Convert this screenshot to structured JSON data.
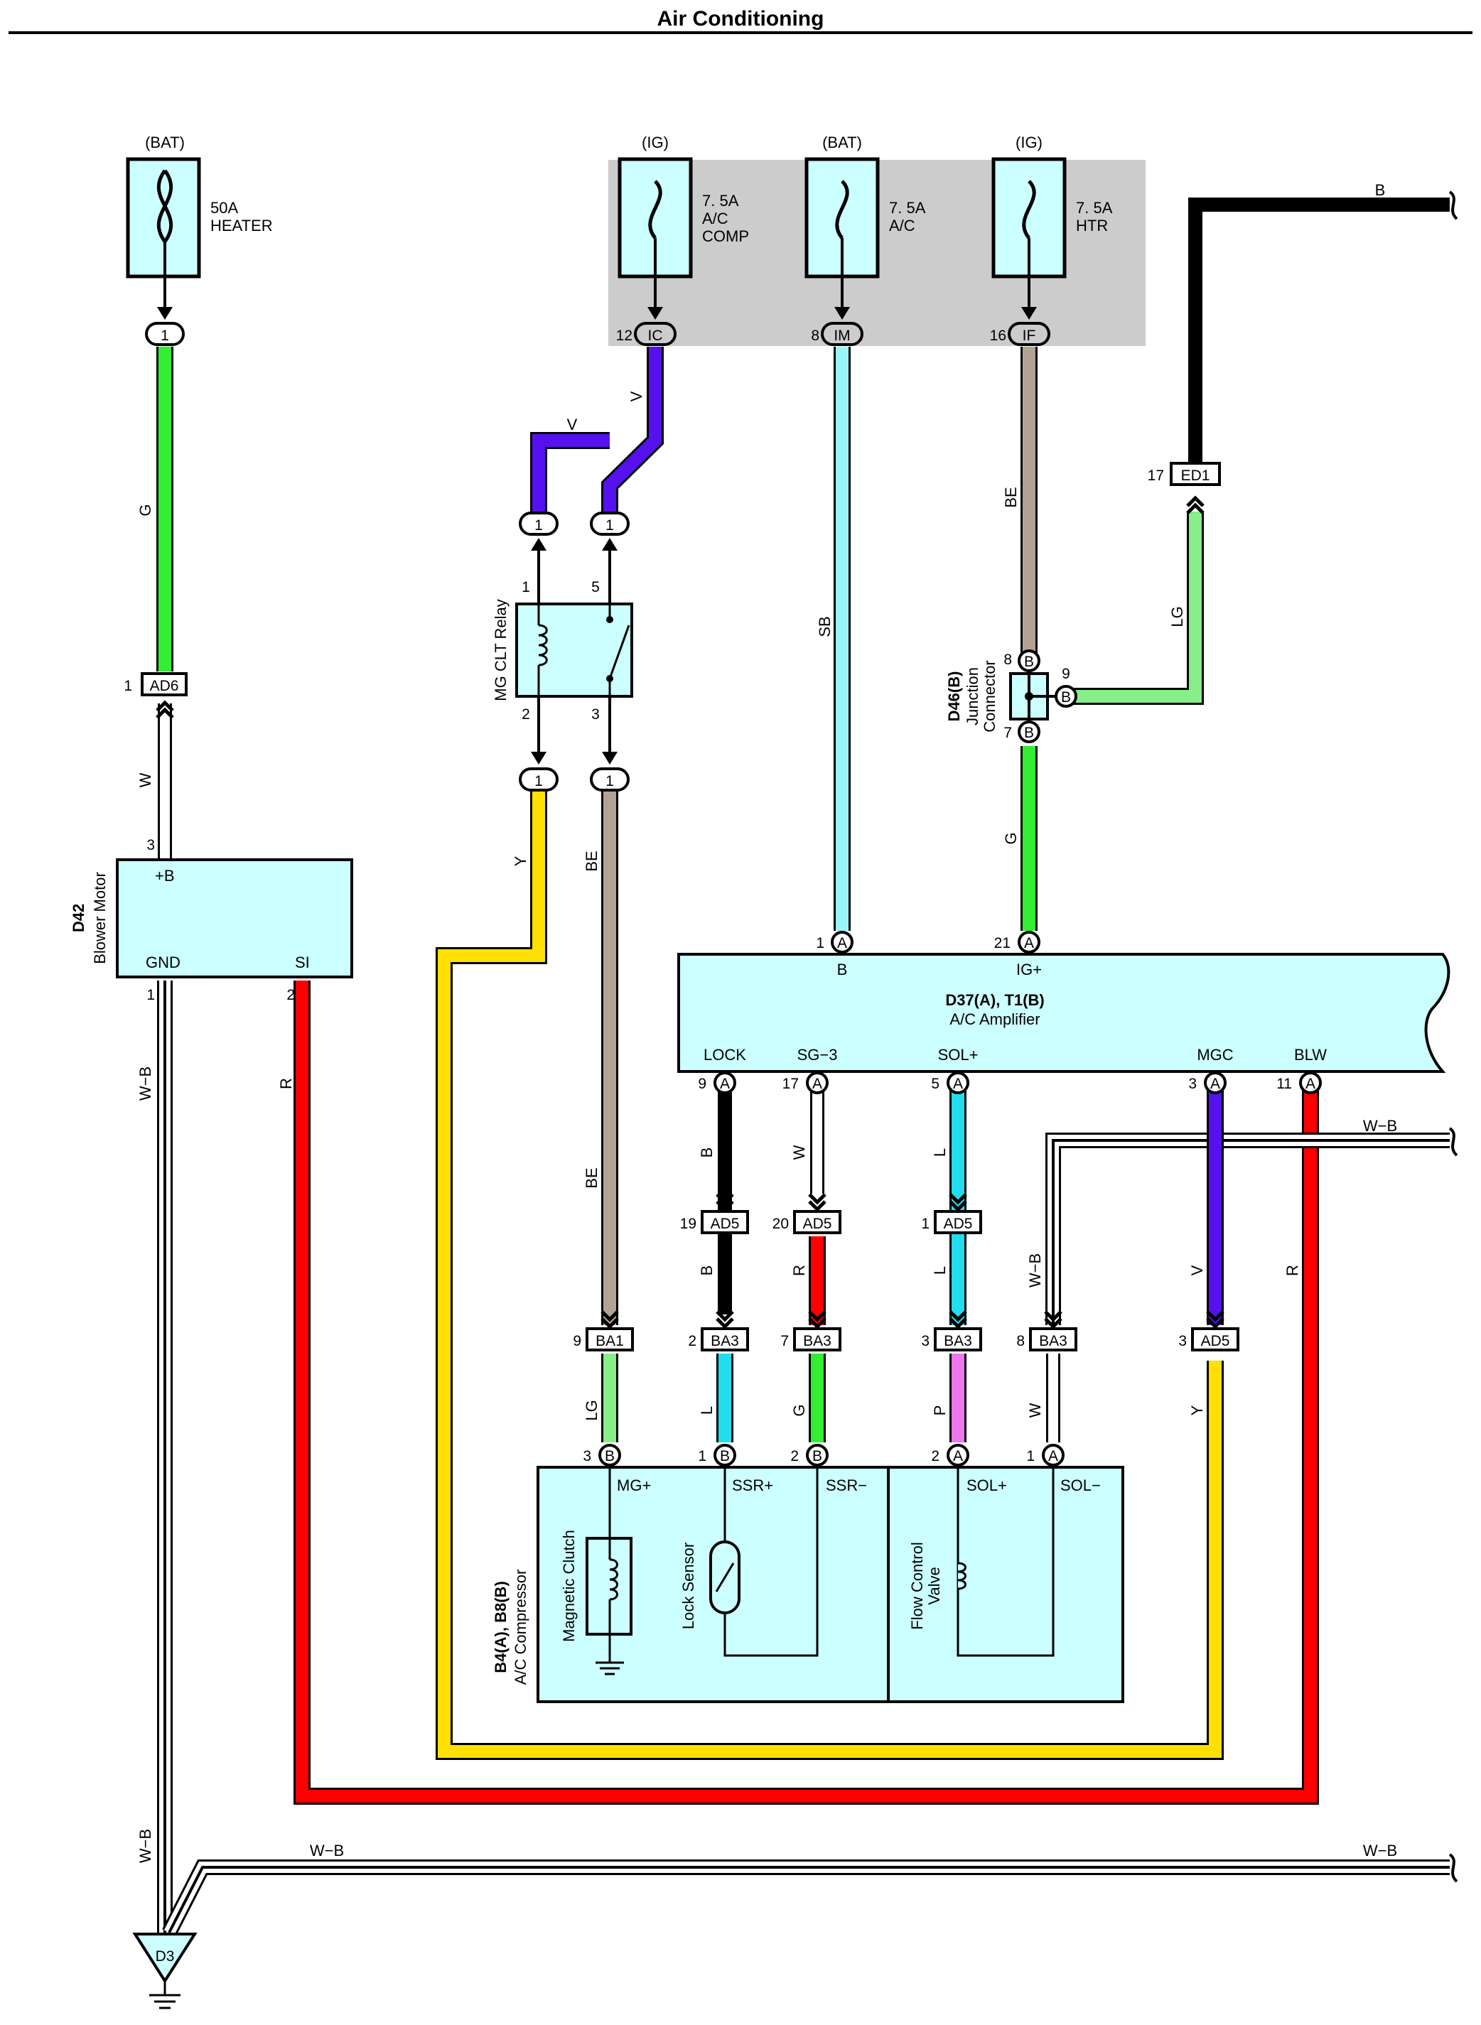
{
  "title": "Air Conditioning",
  "colors": {
    "G": "#33ee33",
    "V": "#5511ee",
    "SB": "#99f5f5",
    "BE": "#b3a395",
    "B": "#000000",
    "LG": "#88ee88",
    "Y": "#ffe000",
    "R": "#ff0000",
    "L": "#22ddee",
    "P": "#ee77ee",
    "W": "#ffffff",
    "relay_box": "#ccffff",
    "fuse_panel": "#cccccc"
  },
  "fuses": {
    "f1": {
      "source": "(BAT)",
      "rating": "50A",
      "name": "HEATER"
    },
    "f2": {
      "source": "(IG)",
      "rating": "7. 5A",
      "name1": "A/C",
      "name2": "COMP"
    },
    "f3": {
      "source": "(BAT)",
      "rating": "7. 5A",
      "name": "A/C"
    },
    "f4": {
      "source": "(IG)",
      "rating": "7. 5A",
      "name": "HTR"
    }
  },
  "connectors": {
    "f1": {
      "pin": "1"
    },
    "ic": {
      "pin": "12",
      "code": "IC"
    },
    "im": {
      "pin": "8",
      "code": "IM"
    },
    "if": {
      "pin": "16",
      "code": "IF"
    },
    "ad6": {
      "pin": "1",
      "code": "AD6"
    },
    "ed1": {
      "pin": "17",
      "code": "ED1"
    },
    "relay_top_l": "1",
    "relay_top_r": "1",
    "relay_bot_l": "1",
    "relay_bot_r": "1",
    "ad5_19": {
      "pin": "19",
      "code": "AD5"
    },
    "ad5_20": {
      "pin": "20",
      "code": "AD5"
    },
    "ad5_1": {
      "pin": "1",
      "code": "AD5"
    },
    "ba1_9": {
      "pin": "9",
      "code": "BA1"
    },
    "ba3_2": {
      "pin": "2",
      "code": "BA3"
    },
    "ba3_7": {
      "pin": "7",
      "code": "BA3"
    },
    "ba3_3": {
      "pin": "3",
      "code": "BA3"
    },
    "ba3_8": {
      "pin": "8",
      "code": "BA3"
    },
    "ad5_3": {
      "pin": "3",
      "code": "AD5"
    },
    "ground": {
      "code": "D3"
    }
  },
  "relay": {
    "name": "MG CLT Relay",
    "pins": {
      "p1": "1",
      "p5": "5",
      "p2": "2",
      "p3": "3"
    }
  },
  "blower": {
    "id": "D42",
    "name": "Blower Motor",
    "pins": {
      "b": "+B",
      "gnd": "GND",
      "si": "SI"
    },
    "pin_nums": {
      "b": "3",
      "gnd": "1",
      "si": "2"
    }
  },
  "junction": {
    "id": "D46(B)",
    "name1": "Junction",
    "name2": "Connector",
    "pins": {
      "p8": "8",
      "p9": "9",
      "p7": "7"
    },
    "code": "B"
  },
  "amplifier": {
    "id": "D37(A), T1(B)",
    "name": "A/C Amplifier",
    "top_pins": [
      {
        "label": "B",
        "pin": "1",
        "code": "A"
      },
      {
        "label": "IG+",
        "pin": "21",
        "code": "A"
      }
    ],
    "bottom_pins": [
      {
        "label": "LOCK",
        "pin": "9",
        "code": "A"
      },
      {
        "label": "SG−3",
        "pin": "17",
        "code": "A"
      },
      {
        "label": "SOL+",
        "pin": "5",
        "code": "A"
      },
      {
        "label": "MGC",
        "pin": "3",
        "code": "A"
      },
      {
        "label": "BLW",
        "pin": "11",
        "code": "A"
      }
    ]
  },
  "compressor": {
    "id": "B4(A), B8(B)",
    "name": "A/C Compressor",
    "pins": [
      {
        "label": "MG+",
        "pin": "3",
        "code": "B"
      },
      {
        "label": "SSR+",
        "pin": "1",
        "code": "B"
      },
      {
        "label": "SSR−",
        "pin": "2",
        "code": "B"
      },
      {
        "label": "SOL+",
        "pin": "2",
        "code": "A"
      },
      {
        "label": "SOL−",
        "pin": "1",
        "code": "A"
      }
    ],
    "parts": {
      "clutch": "Magnetic Clutch",
      "lock": "Lock Sensor",
      "fcv1": "Flow Control",
      "fcv2": "Valve"
    }
  },
  "wires": {
    "g1": "G",
    "v1": "V",
    "v2": "V",
    "sb": "SB",
    "be1": "BE",
    "b_top": "B",
    "lg1": "LG",
    "g2": "G",
    "w1": "W",
    "y1": "Y",
    "be2": "BE",
    "be3": "BE",
    "wb1": "W−B",
    "r1": "R",
    "b1": "B",
    "b2": "B",
    "w2": "W",
    "r2": "R",
    "l1": "L",
    "l2": "L",
    "wb_amp": "W−B",
    "wb2": "W−B",
    "v3": "V",
    "r3": "R",
    "lg2": "LG",
    "l3": "L",
    "g3": "G",
    "p1": "P",
    "w3": "W",
    "y2": "Y",
    "wb3": "W−B",
    "wb_bottom_l": "W−B",
    "wb_bottom_r": "W−B"
  }
}
